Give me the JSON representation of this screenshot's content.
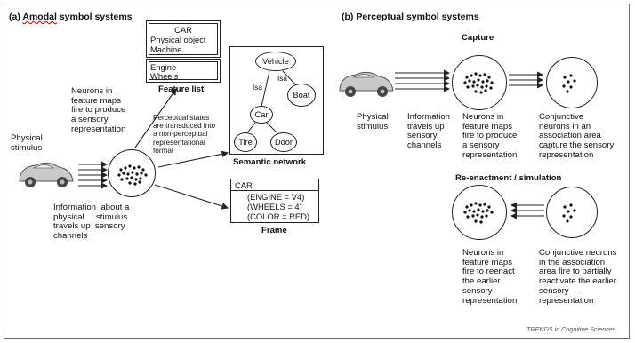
{
  "panel_a": {
    "label": "(a)",
    "title_word1": "Amodal",
    "title_rest": "symbol systems",
    "stimulus_label": "Physical\nstimulus",
    "neurons_text": "Neurons in\nfeature maps\nfire to produce\na sensory\nrepresentation",
    "info_text": "Information  about a\nphysical     stimulus\ntravels up  sensory\nchannels",
    "transduce_text": "Perceptual states\nare transduced into\na non-perceptual\nrepresentational\nformat",
    "feature_list": {
      "label": "Feature list",
      "entries_top": [
        "CAR",
        "Physical object",
        "Machine"
      ],
      "entries_bottom": [
        "Engine",
        "Wheels"
      ]
    },
    "semantic_network": {
      "label": "Semantic network",
      "nodes": {
        "vehicle": "Vehicle",
        "boat": "Boat",
        "car": "Car",
        "tire": "Tire",
        "door": "Door"
      },
      "edge_labels": [
        "Isa",
        "Isa"
      ]
    },
    "frame": {
      "label": "Frame",
      "header": "CAR",
      "slots": [
        "(ENGINE  =  V4)",
        "(WHEELS  =  4)",
        "(COLOR = RED)"
      ]
    }
  },
  "panel_b": {
    "label": "(b)",
    "title": "Perceptual symbol systems",
    "capture_heading": "Capture",
    "reenact_heading": "Re-enactment / simulation",
    "stimulus_label": "Physical\nstimulus",
    "info_text": "Information\ntravels up\nsensory\nchannels",
    "neurons_text": "Neurons in\nfeature maps\nfire to produce\na sensory\nrepresentation",
    "conjunctive_text": "Conjunctive\nneurons in an\nassociation area\ncapture the sensory\nrepresentation",
    "reenact_neurons_text": "Neurons in\nfeature maps\nfire to reenact\nthe earlier\nsensory\nrepresentation",
    "reenact_conjunctive_text": "Conjunctive neurons\nin the association\narea fire to partially\nreactivate the earlier\nsensory\nrepresentation"
  },
  "credit": "TRENDS in Cognitive Sciences",
  "icons": [
    "car-icon",
    "neuron-cluster-icon",
    "arrow-icon"
  ],
  "colors": {
    "line": "#222222",
    "car_body": "#c9c9c9",
    "spellcheck_underline": "#d00000"
  }
}
